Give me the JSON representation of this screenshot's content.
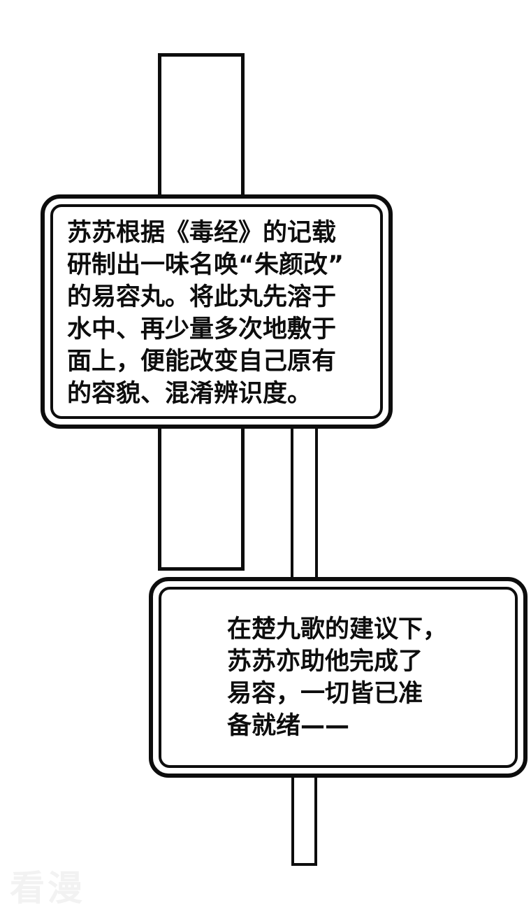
{
  "page": {
    "colors": {
      "ink": "#0d0d0d",
      "paper": "#ffffff",
      "watermark": "#f2f2f2"
    }
  },
  "caption_boxes": [
    {
      "id": "narration-1",
      "text": "苏苏根据《毒经》的记载\n研制出一味名唤“朱颜改”\n的易容丸。将此丸先溶于\n水中、再少量多次地敷于\n面上，便能改变自己原有\n的容貌、混淆辨识度。"
    },
    {
      "id": "narration-2",
      "text": "在楚九歌的建议下，\n苏苏亦助他完成了\n易容，一切皆已准\n备就绪——"
    }
  ],
  "watermark": {
    "text": "看漫"
  }
}
